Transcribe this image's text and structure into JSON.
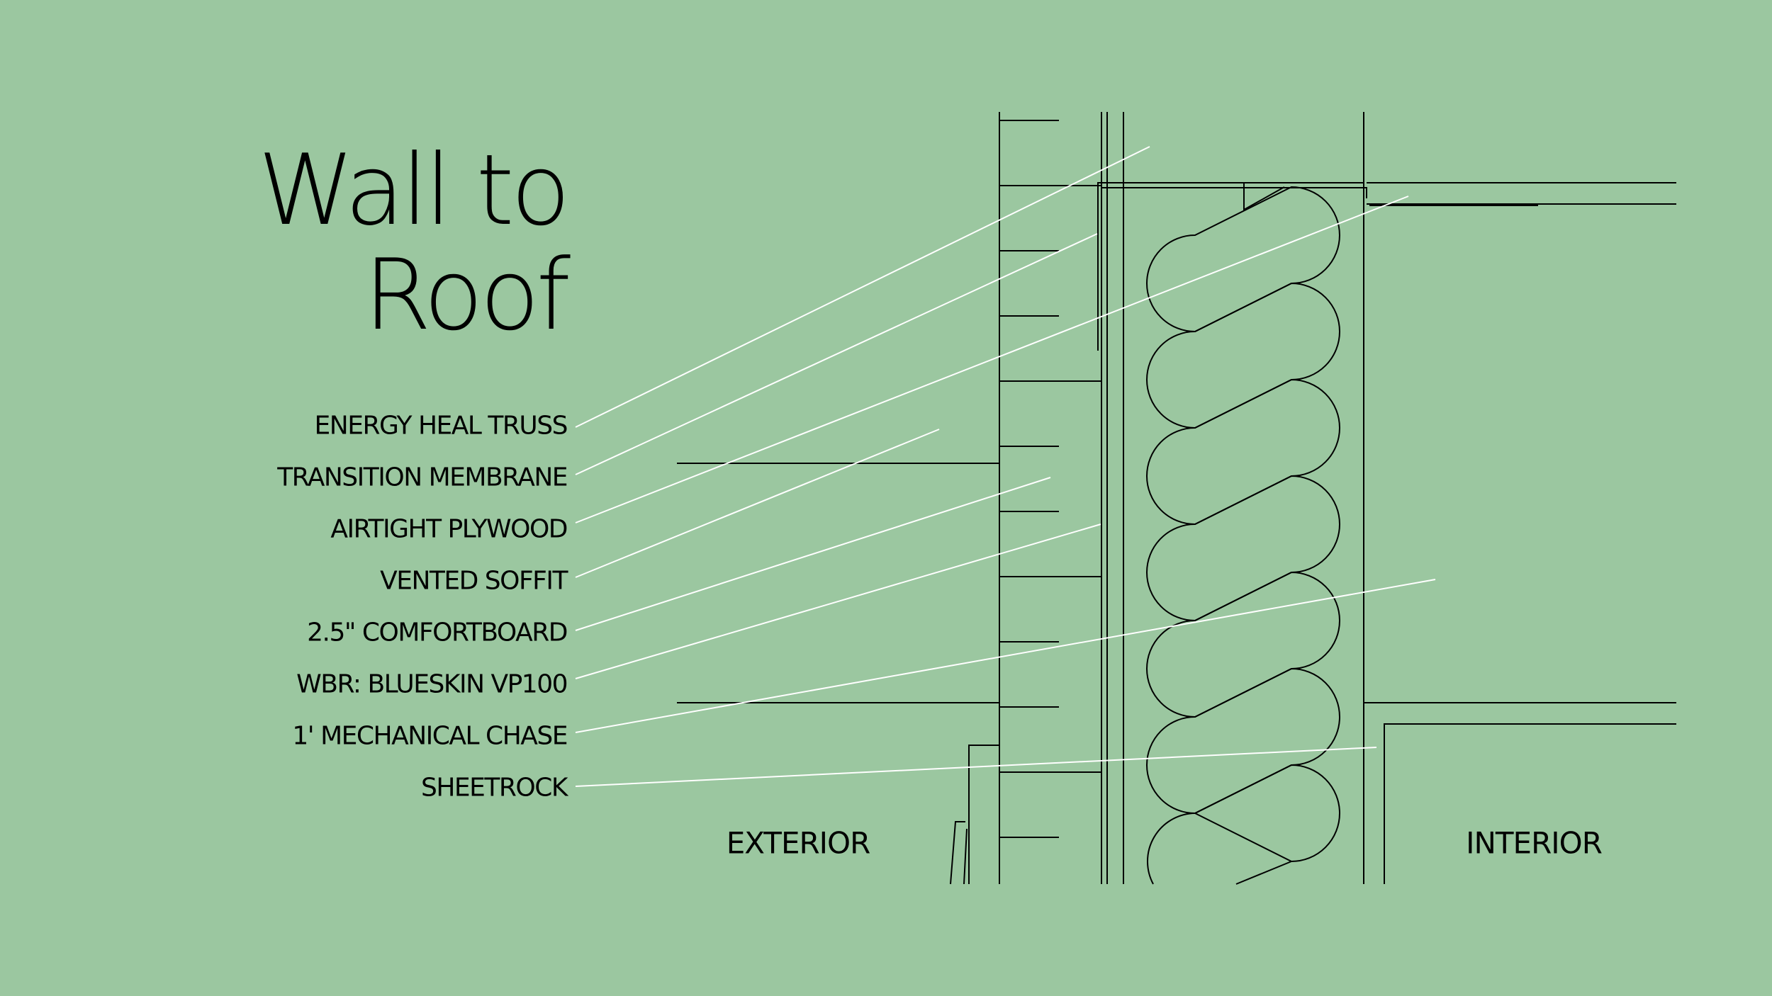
{
  "title": {
    "line1": "Wall to",
    "line2": "Roof"
  },
  "callouts": [
    "ENERGY HEAL TRUSS",
    "TRANSITION MEMBRANE",
    "AIRTIGHT PLYWOOD",
    "VENTED SOFFIT",
    "2.5\" COMFORTBOARD",
    "WBR: BLUESKIN VP100",
    "1' MECHANICAL CHASE",
    "SHEETROCK"
  ],
  "zones": {
    "exterior": "EXTERIOR",
    "interior": "INTERIOR"
  },
  "colors": {
    "background": "#9bc7a0",
    "linework": "#000000",
    "leaders": "#ffffff"
  }
}
